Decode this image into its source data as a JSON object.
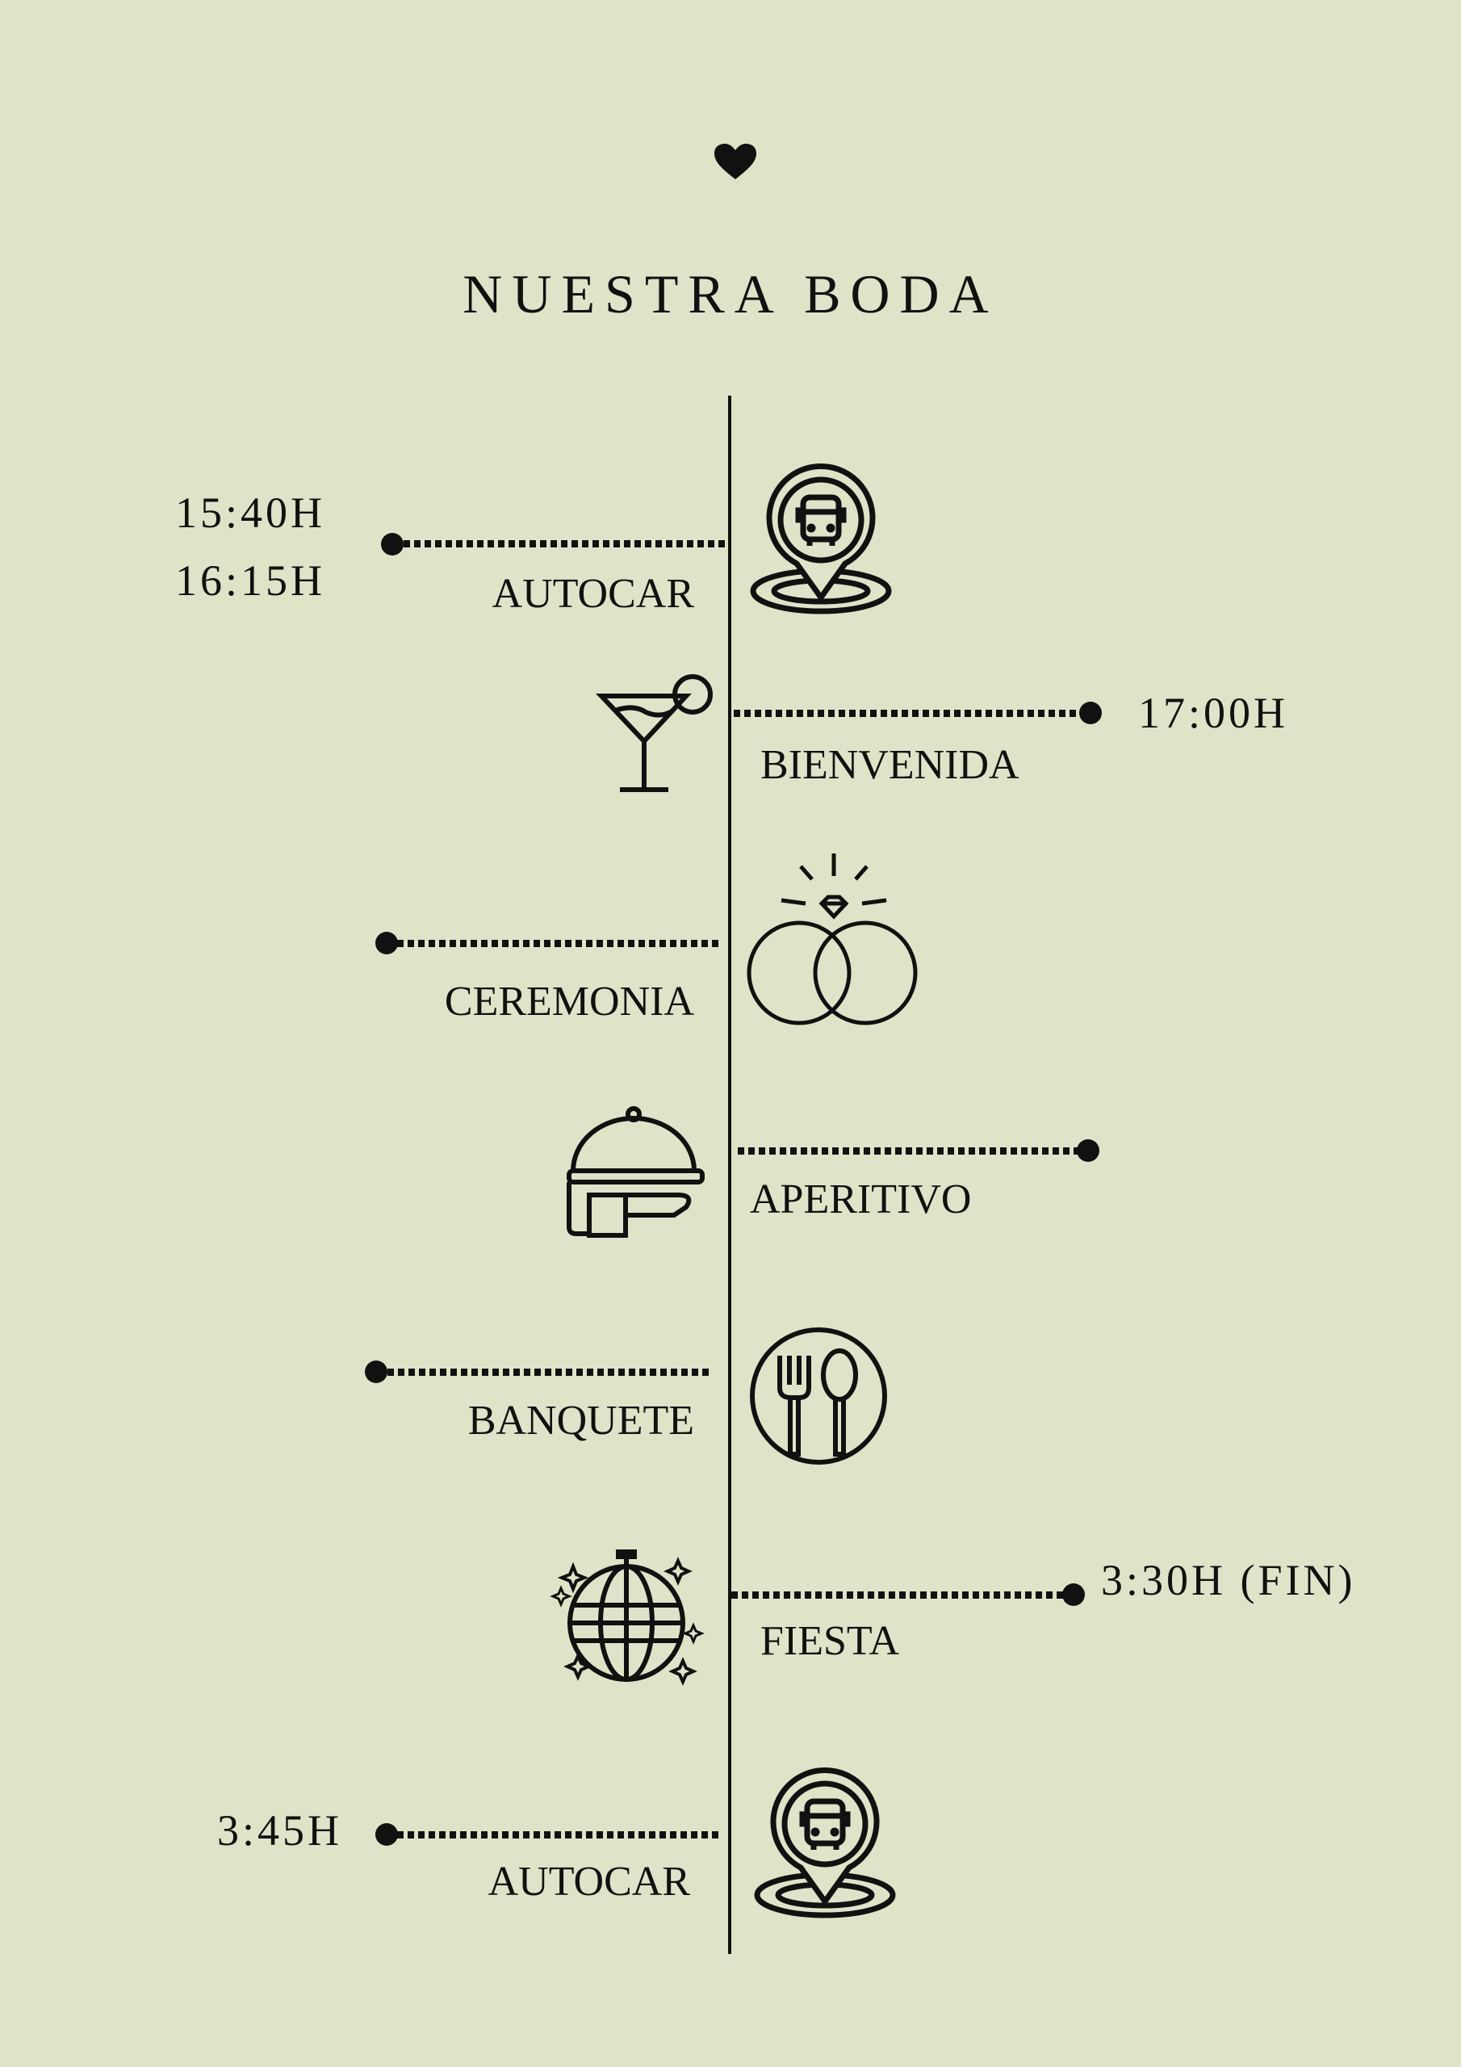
{
  "title": "NUESTRA BODA",
  "events": [
    {
      "label": "AUTOCAR",
      "times": [
        "15:40H",
        "16:15H"
      ],
      "icon": "bus-location-icon"
    },
    {
      "label": "BIENVENIDA",
      "times": [
        "17:00H"
      ],
      "icon": "cocktail-icon"
    },
    {
      "label": "CEREMONIA",
      "times": [],
      "icon": "wedding-rings-icon"
    },
    {
      "label": "APERITIVO",
      "times": [],
      "icon": "serving-cloche-icon"
    },
    {
      "label": "BANQUETE",
      "times": [],
      "icon": "cutlery-icon"
    },
    {
      "label": "FIESTA",
      "times": [
        "3:30H (FIN)"
      ],
      "icon": "disco-ball-icon"
    },
    {
      "label": "AUTOCAR",
      "times": [
        "3:45H"
      ],
      "icon": "bus-location-icon"
    }
  ],
  "colors": {
    "background": "#E0E3C8",
    "ink": "#111111"
  }
}
